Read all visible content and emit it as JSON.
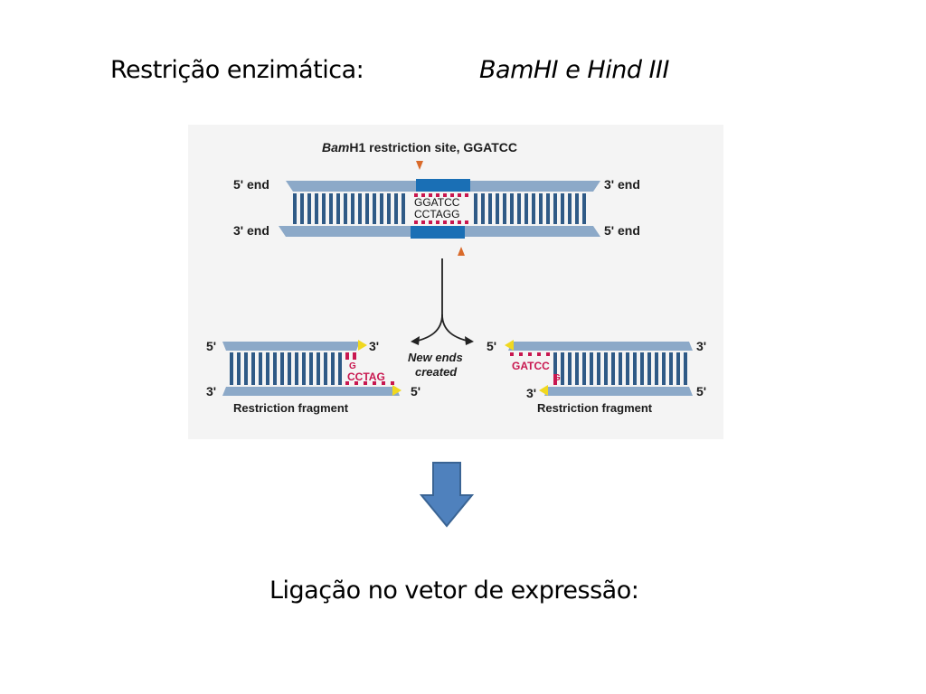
{
  "slide": {
    "title": "Restrição enzimática:",
    "enzymes": "BamHI e Hind III",
    "bottom_text": "Ligação no vetor de expressão:"
  },
  "figure": {
    "site_title_italic": "Bam",
    "site_title_rest": "H1 restriction site, GGATCC",
    "top_left_label": "5' end",
    "top_right_label": "3' end",
    "bottom_left_label": "3' end",
    "bottom_right_label": "5' end",
    "site_top_seq": "GGATCC",
    "site_bottom_seq": "CCTAGG",
    "center_text_line1": "New ends",
    "center_text_line2": "created",
    "left_frag": {
      "top_left": "5'",
      "top_right": "3'",
      "bottom_left": "3'",
      "bottom_right": "5'",
      "seq_g": "G",
      "seq_main": "CCTAG",
      "caption": "Restriction fragment"
    },
    "right_frag": {
      "top_left": "5'",
      "top_right": "3'",
      "bottom_left": "3'",
      "bottom_right": "5'",
      "seq_main": "GATCC",
      "seq_g": "G",
      "caption": "Restriction fragment"
    }
  },
  "colors": {
    "strand": "#8ca9c8",
    "rung": "#2f5a86",
    "site_highlight": "#1a6fb5",
    "site_rung": "#c8174f",
    "cut_marker": "#d96a2a",
    "sticky_end": "#f0d820",
    "arrow_fill": "#4f81bd",
    "arrow_stroke": "#3a6494"
  }
}
